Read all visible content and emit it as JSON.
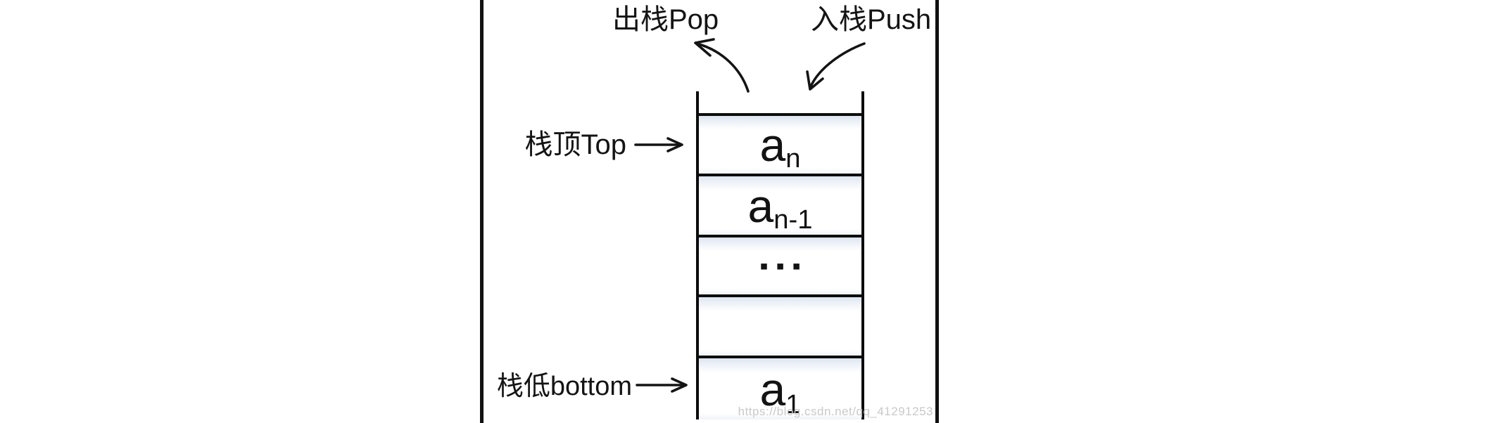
{
  "figure": {
    "labels": {
      "pop": "出栈Pop",
      "push": "入栈Push",
      "top": "栈顶Top",
      "bottom": "栈低bottom"
    },
    "stack": {
      "cells": [
        {
          "base": "a",
          "sub": "n"
        },
        {
          "base": "a",
          "sub": "n-1"
        },
        {
          "base": "▪▪▪",
          "sub": ""
        },
        {
          "base": "",
          "sub": ""
        },
        {
          "base": "a",
          "sub": "1"
        }
      ]
    },
    "watermark": "https://blog.csdn.net/qq_41291253",
    "colors": {
      "stroke": "#141414",
      "cell_band": "#dce4ef",
      "watermark": "#c9c9c9"
    }
  }
}
